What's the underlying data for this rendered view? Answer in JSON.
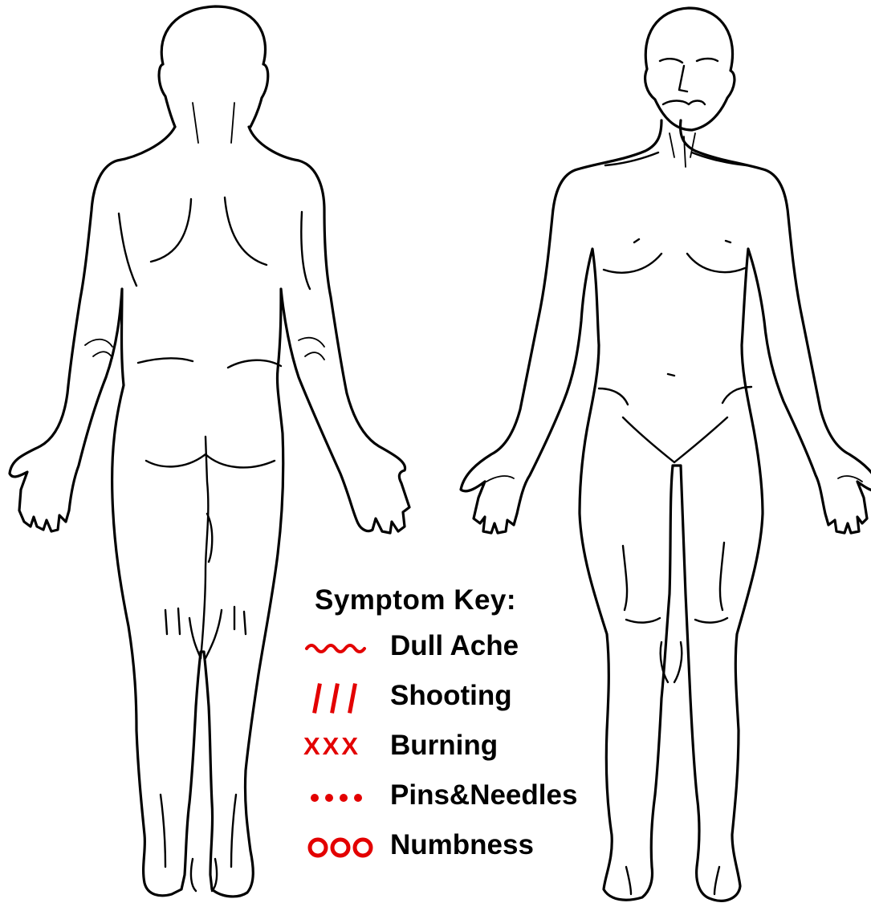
{
  "legend": {
    "title": "Symptom Key:",
    "colors": {
      "symbol": "#e30000",
      "text": "#000000"
    },
    "items": [
      {
        "id": "dull-ache",
        "symbol": "~~~",
        "label": "Dull Ache"
      },
      {
        "id": "shooting",
        "symbol": "///",
        "label": "Shooting"
      },
      {
        "id": "burning",
        "symbol": "XXX",
        "label": "Burning"
      },
      {
        "id": "pins-needles",
        "symbol": "••••",
        "label": "Pins&Needles"
      },
      {
        "id": "numbness",
        "symbol": "OOO",
        "label": "Numbness"
      }
    ]
  }
}
